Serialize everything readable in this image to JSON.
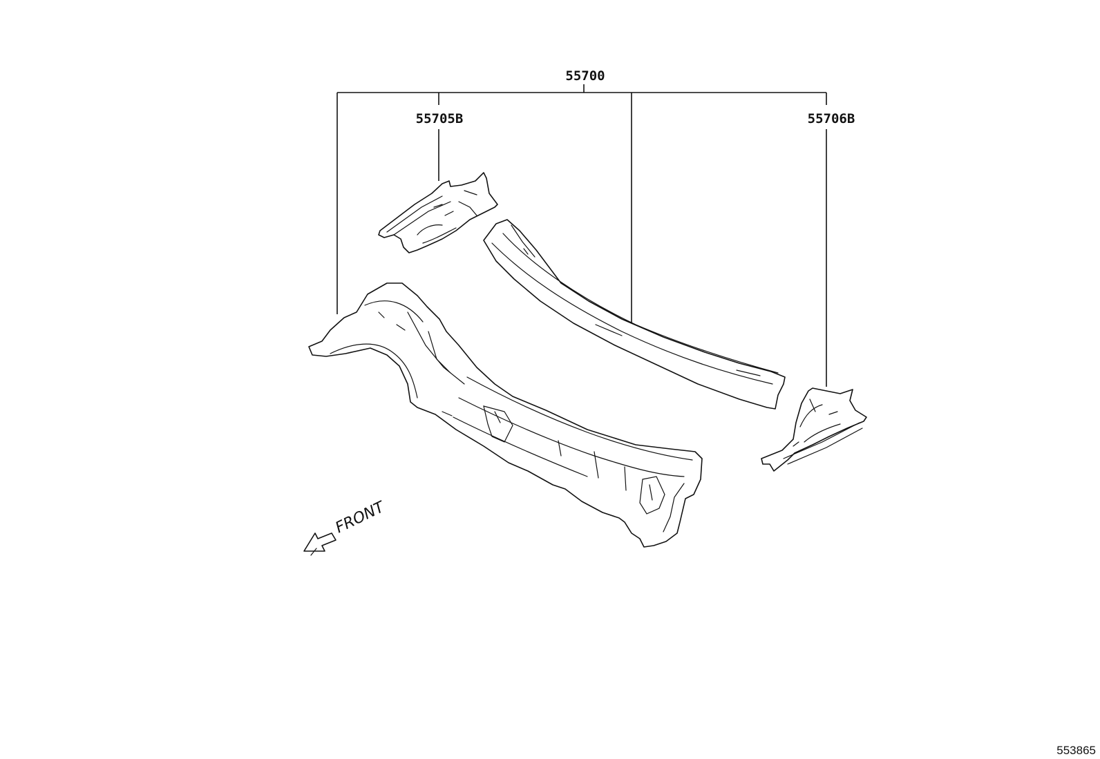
{
  "callouts": {
    "main_part": "55700",
    "left_part": "55705B",
    "right_part": "55706B"
  },
  "direction_label": "FRONT",
  "illustration_code": "553865"
}
